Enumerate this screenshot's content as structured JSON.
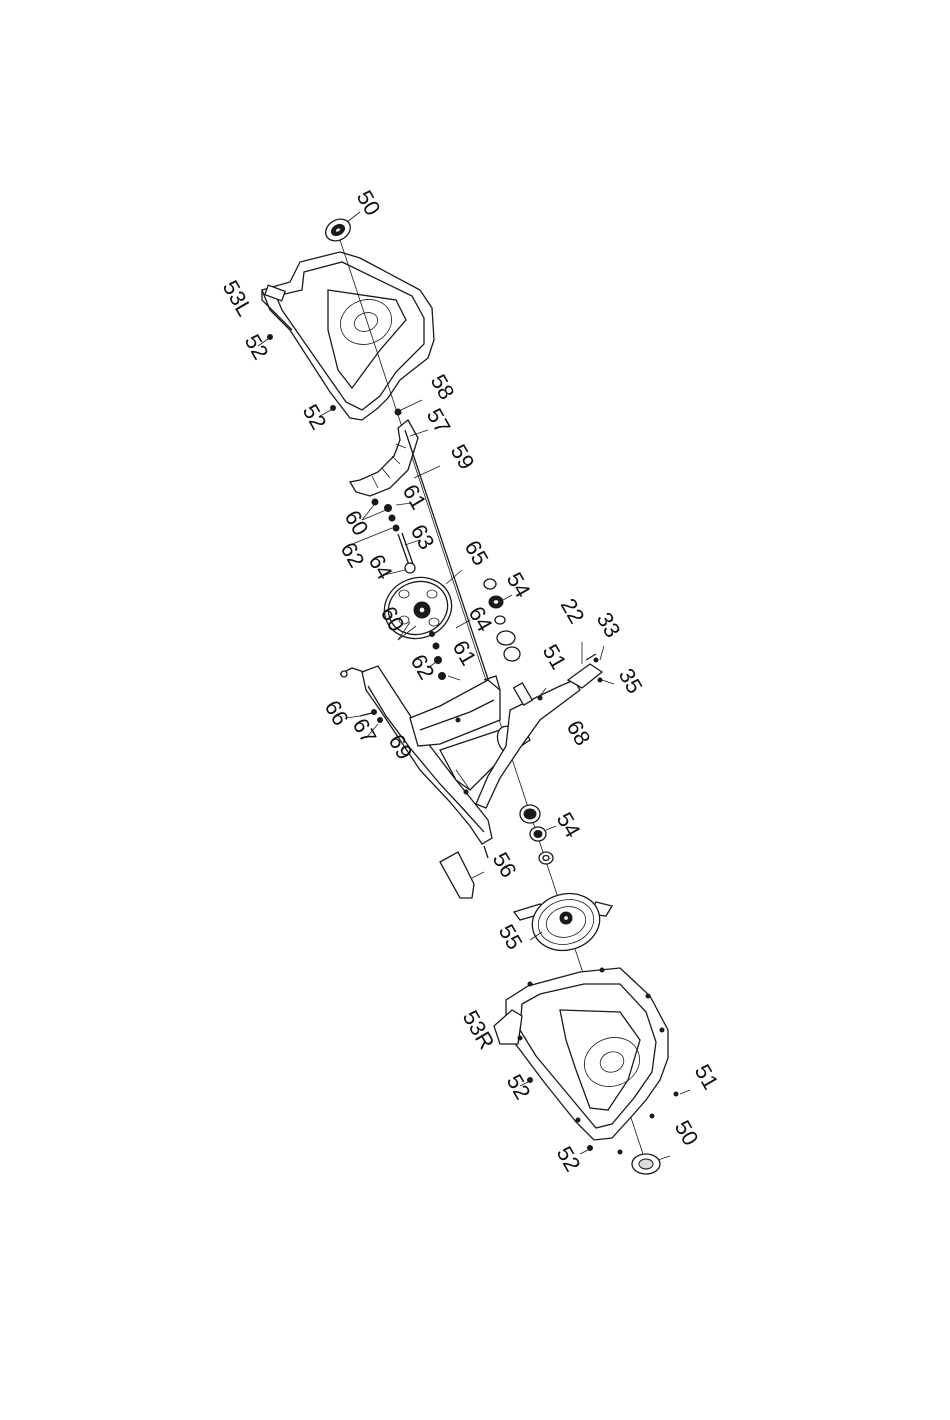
{
  "labels": {
    "top_50": "50",
    "l53L": "53L",
    "l52_a": "52",
    "l52_b": "52",
    "l58": "58",
    "l57": "57",
    "l59": "59",
    "l61_a": "61",
    "l60_a": "60",
    "l62_a": "62",
    "l63": "63",
    "l64_a": "64",
    "l65": "65",
    "l54_a": "54",
    "l22": "22",
    "l33": "33",
    "l64_b": "64",
    "l60_b": "60",
    "l61_b": "61",
    "l62_b": "62",
    "l51_a": "51",
    "l35": "35",
    "l66": "66",
    "l67": "67",
    "l69": "69",
    "l68": "68",
    "l54_b": "54",
    "l56": "56",
    "l55": "55",
    "l53R": "53R",
    "l52_c": "52",
    "l51_b": "51",
    "l50_b": "50",
    "l52_d": "52"
  }
}
